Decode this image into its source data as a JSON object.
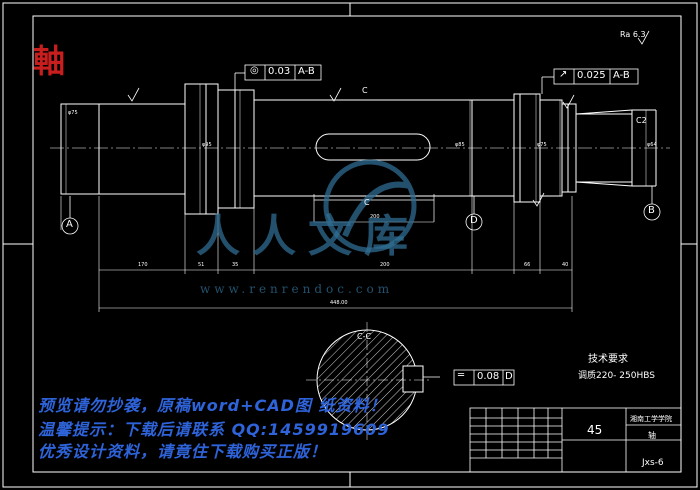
{
  "title_mark": "軸",
  "roughness_general": "Ra 6.3",
  "tolerance_frames": {
    "coaxial": {
      "symbol": "◎",
      "value": "0.03",
      "datum": "A-B"
    },
    "runout": {
      "symbol": "↗",
      "value": "0.025",
      "datum": "A-B"
    },
    "symmetry": {
      "symbol": "═",
      "value": "0.08",
      "datum": "D"
    }
  },
  "section_labels": {
    "top": "C",
    "keyway": "C",
    "section_view": "C-C"
  },
  "chamfer": "C2",
  "datum_labels": {
    "a": "A",
    "b": "B",
    "d": "D"
  },
  "dimensions": {
    "total_length": "448.00",
    "seg1": "170",
    "seg2": "51",
    "seg3": "35",
    "keyway_length": "200",
    "keyway_width": "200",
    "seg_right1": "66",
    "seg_right2": "40",
    "phi_left": "φ75",
    "phi_collar": "φ95",
    "phi_mid": "φ85",
    "phi_right": "φ75",
    "phi_end": "φ64"
  },
  "tech_requirements": {
    "heading": "技术要求",
    "line1": "调质220- 250HBS"
  },
  "title_block": {
    "material": "45",
    "school": "湘南工学学院",
    "part_name": "轴",
    "drawing_no": "Jxs-6"
  },
  "watermark": {
    "line1": "预览请勿抄袭，原稿word+CAD图 纸资料！",
    "line2": "温馨提示：下载后请联系 QQ:1459919609",
    "line3": "优秀设计资料，请竟住下载购买正版！",
    "brand_text": "人人文库",
    "brand_url": "www.renrendoc.com"
  },
  "colors": {
    "line": "#ffffff",
    "accent": "#2e63d9",
    "brand": "#c81e1e"
  }
}
